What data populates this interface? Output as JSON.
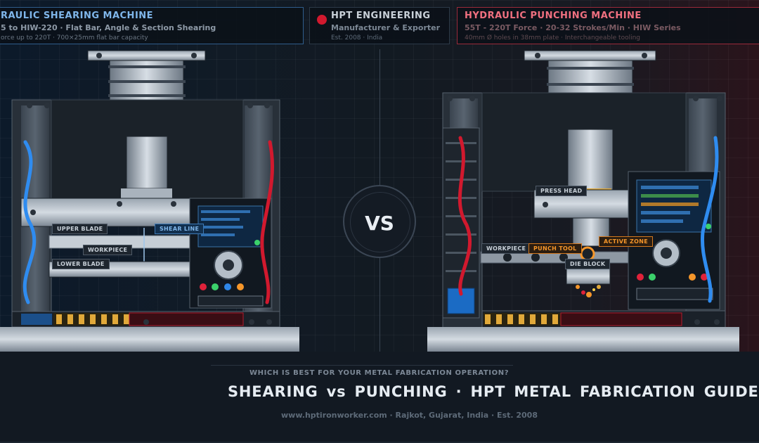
{
  "header": {
    "left": {
      "title": "RAULIC SHEARING MACHINE",
      "subtitle": "5 to HIW-220  ·  Flat Bar, Angle & Section Shearing",
      "detail": "orce up to 220T  ·  700×25mm flat bar capacity",
      "accent": "#7fb6ea"
    },
    "center": {
      "title": "HPT ENGINEERING",
      "subtitle": "Manufacturer & Exporter",
      "detail": "Est. 2008  ·  India",
      "accent": "#d1192e"
    },
    "right": {
      "title": "HYDRAULIC PUNCHING MACHINE",
      "subtitle": "55T - 220T Force  ·  20-32 Strokes/Min  ·  HIW Series",
      "detail": "40mm Ø holes in 38mm plate  ·  Interchangeable tooling",
      "accent": "#f07080"
    }
  },
  "left_machine": {
    "labels": {
      "upper_blade": "UPPER BLADE",
      "shear_line": "SHEAR LINE",
      "workpiece": "WORKPIECE",
      "lower_blade": "LOWER BLADE"
    }
  },
  "right_machine": {
    "labels": {
      "press_head": "PRESS HEAD",
      "workpiece": "WORKPIECE",
      "punch_tool": "PUNCH TOOL",
      "active_zone": "ACTIVE ZONE",
      "die_block": "DIE BLOCK"
    }
  },
  "vs_label": "VS",
  "footer": {
    "question": "WHICH IS BEST FOR YOUR METAL FABRICATION OPERATION?",
    "title": "SHEARING  vs  PUNCHING  ·  HPT METAL FABRICATION GUIDE",
    "meta": "www.hptironworker.com  ·  Rajkot, Gujarat, India  ·  Est. 2008"
  },
  "colors": {
    "blue_accent": "#3b8fe0",
    "red_accent": "#d1192e",
    "orange_accent": "#f5962a",
    "status_green": "#3bd16b"
  },
  "icons": {
    "brand": "red-dot-icon",
    "hydraulic_hoses": "hose-icon",
    "indicator_lights": "status-light-icon",
    "bolts": "bolt-icon"
  }
}
